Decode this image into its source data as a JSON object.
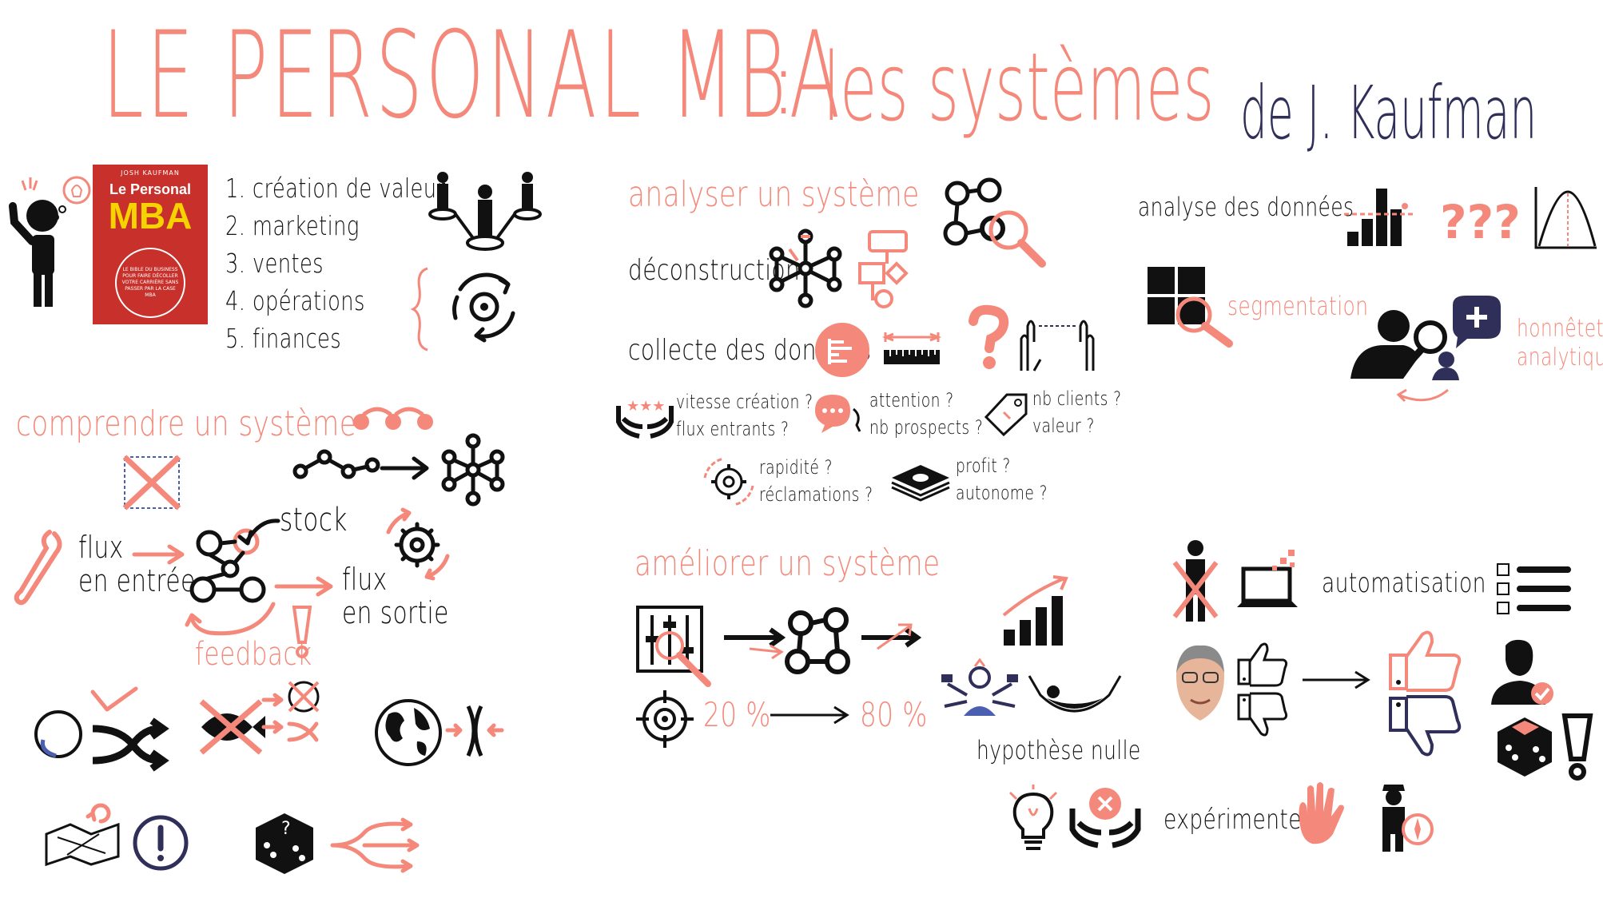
{
  "colors": {
    "accent": "#f4897b",
    "navy": "#2f2f5a",
    "ink": "#111111",
    "book": "#c8312b",
    "book_title": "#f5d200"
  },
  "title": {
    "main": "LE PERSONAL MBA",
    "colon": ":",
    "sub": "les systèmes",
    "author": "de J. Kaufman"
  },
  "book": {
    "author": "JOSH KAUFMAN",
    "line1": "Le Personal",
    "line2": "MBA",
    "badge": "LE BIBLE DU BUSINESS POUR FAIRE DÉCOLLER VOTRE CARRIÈRE SANS PASSER PAR LA CASE MBA"
  },
  "parts": [
    "1. création de valeur",
    "2. marketing",
    "3. ventes",
    "4. opérations",
    "5. finances"
  ],
  "comprendre": {
    "heading": "comprendre un système",
    "flux_entree_1": "flux",
    "flux_entree_2": "en entrée",
    "stock": "stock",
    "flux_sortie_1": "flux",
    "flux_sortie_2": "en sortie",
    "feedback": "feedback"
  },
  "analyser": {
    "heading": "analyser un système",
    "deconstruction": "déconstruction",
    "collecte": "collecte des données",
    "q1a": "vitesse création ?",
    "q1b": "flux entrants ?",
    "q2a": "attention ?",
    "q2b": "nb prospects ?",
    "q3a": "nb clients ?",
    "q3b": "valeur ?",
    "q4a": "rapidité ?",
    "q4b": "réclamations ?",
    "q5a": "profit ?",
    "q5b": "autonome ?",
    "analyse_donnees": "analyse des données",
    "qmarks": "???",
    "segmentation": "segmentation",
    "honnetete_1": "honnêteté",
    "honnetete_2": "analytique"
  },
  "ameliorer": {
    "heading": "améliorer un système",
    "pct20": "20 %",
    "pct80": "80 %",
    "hypothese": "hypothèse nulle",
    "automatisation": "automatisation",
    "experimenter": "expérimenter"
  },
  "icons": [
    "idea-person-icon",
    "book-cover",
    "team-network-icon",
    "cycle-gear-icon",
    "network-magnify-icon",
    "network-build-icon",
    "flowchart-icon",
    "bar-gauge-icon",
    "ruler-icon",
    "question-hand-icon",
    "hands-stars-icon",
    "chat-icon",
    "price-tag-icon",
    "gear-cycle-icon",
    "money-stack-icon",
    "bar-chart-icon",
    "bell-curve-icon",
    "grid-magnify-icon",
    "detective-icon",
    "crossed-flowchart-icon",
    "chain-to-network-icon",
    "wrench-icon",
    "system-network-icon",
    "gear-arrows-icon",
    "exclamation-icon",
    "sphere-icon",
    "shuffle-icon",
    "crossed-fish-icon",
    "globe-icon",
    "compress-icon",
    "map-icon",
    "warning-circle-icon",
    "dice-icon",
    "branching-arrows-icon",
    "mixer-icon",
    "target-icon",
    "growth-chart-icon",
    "multitask-person-icon",
    "hammock-icon",
    "crossed-person-icon",
    "laptop-icon",
    "checklist-icon",
    "portrait",
    "thumb-up-icon",
    "thumb-down-icon",
    "user-check-icon",
    "lightbulb-icon",
    "hands-cross-icon",
    "hand-print-icon",
    "explorer-icon"
  ]
}
